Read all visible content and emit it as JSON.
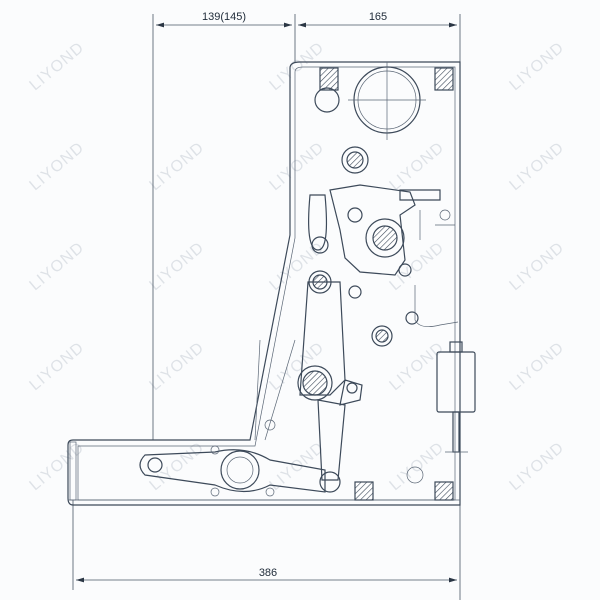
{
  "watermark": "LIYOND",
  "dimensions": {
    "top_left": "139(145)",
    "top_right": "165",
    "bottom": "386"
  },
  "colors": {
    "line": "#3d4a5a",
    "watermark": "#c8ced6",
    "background": "#fbfcfd"
  }
}
